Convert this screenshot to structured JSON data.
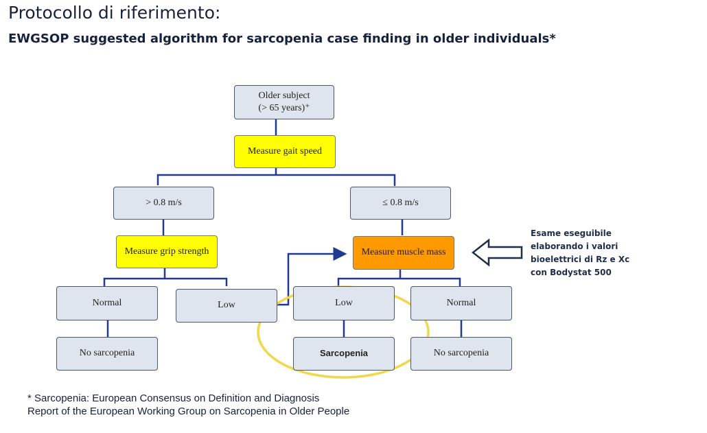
{
  "header": {
    "title": "Protocollo di riferimento:",
    "subtitle": "EWGSOP suggested algorithm for sarcopenia case finding in older individuals*"
  },
  "flowchart": {
    "older_subject_line1": "Older subject",
    "older_subject_line2": "(> 65 years)⁺",
    "measure_gait_speed": "Measure gait speed",
    "gait_above": "> 0.8 m/s",
    "gait_below": "≤ 0.8 m/s",
    "measure_grip_strength": "Measure grip strength",
    "measure_muscle_mass": "Measure muscle mass",
    "grip_normal": "Normal",
    "grip_low": "Low",
    "mass_low": "Low",
    "mass_normal": "Normal",
    "no_sarcopenia_left": "No sarcopenia",
    "sarcopenia": "Sarcopenia",
    "no_sarcopenia_right": "No sarcopenia"
  },
  "note": {
    "line1": "Esame eseguibile",
    "line2": "elaborando i valori",
    "line3": "bioelettrici di Rz e Xc",
    "line4": "con Bodystat 500"
  },
  "footnote": {
    "line1": "* Sarcopenia: European Consensus on Definition and Diagnosis",
    "line2": "Report of the European Working Group on Sarcopenia in Older People"
  },
  "colors": {
    "connector": "#1f3a93",
    "highlight_ellipse": "#f2d64b",
    "yellow_box": "#ffff00",
    "orange_box": "#ff9900",
    "box_fill": "#dfe5ee"
  }
}
